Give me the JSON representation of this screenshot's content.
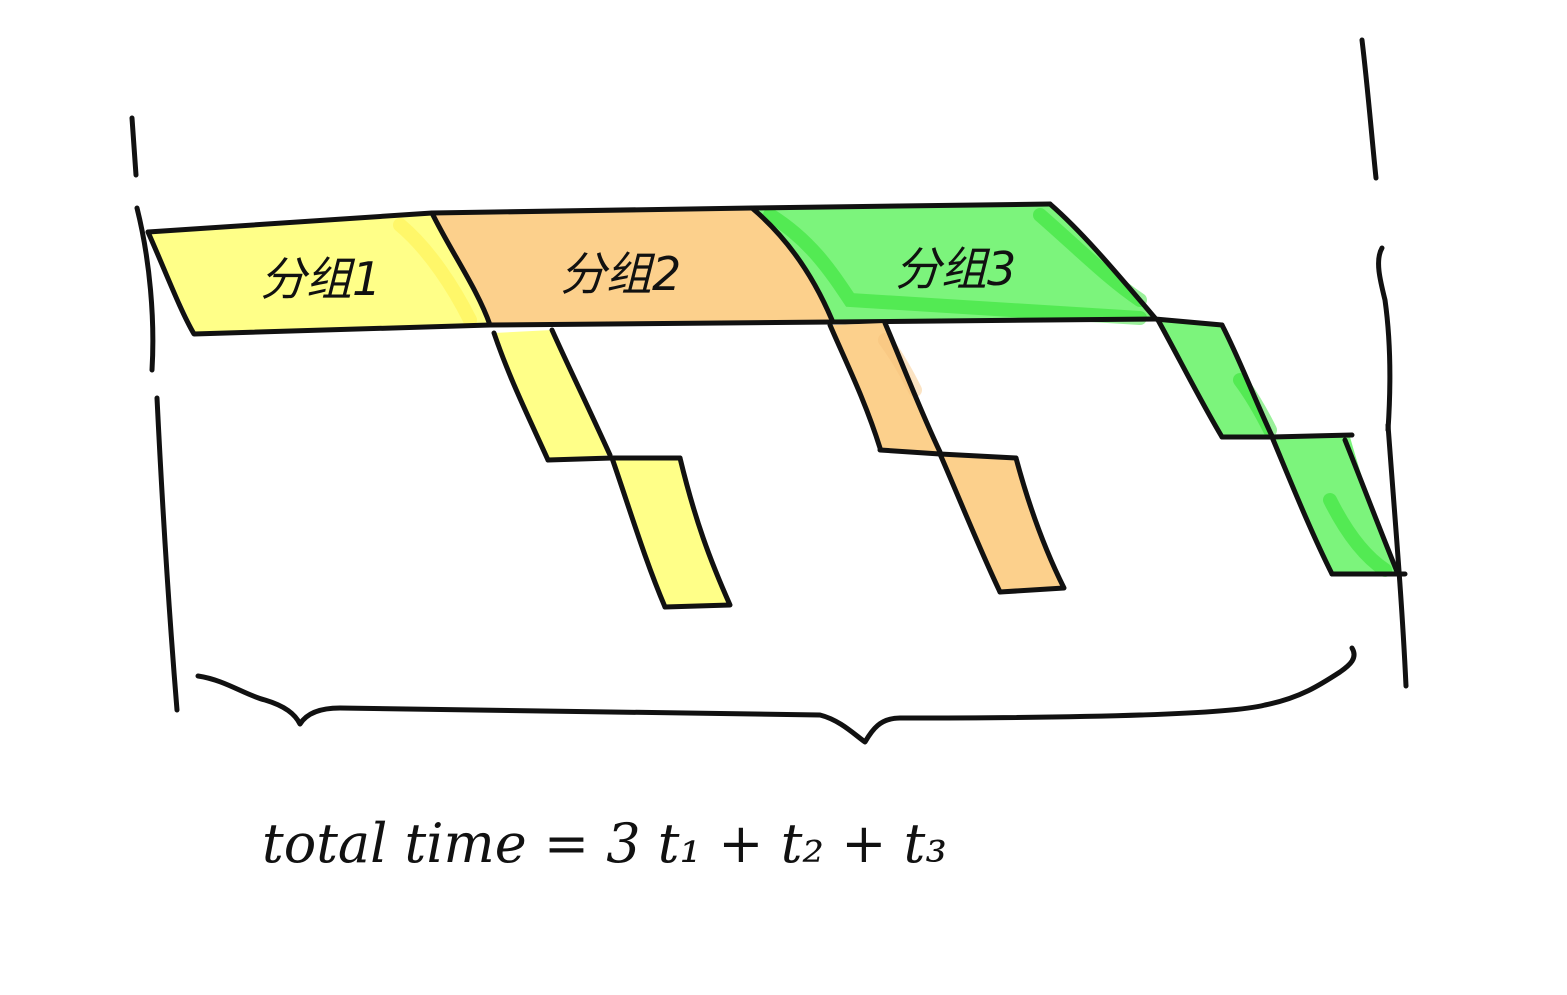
{
  "diagram": {
    "groups": [
      {
        "label": "分组1",
        "color": "#ffff88"
      },
      {
        "label": "分组2",
        "color": "#fcd08c"
      },
      {
        "label": "分组3",
        "color": "#44ee44"
      }
    ],
    "formula": "total time = 3 t₁ + t₂ + t₃"
  }
}
